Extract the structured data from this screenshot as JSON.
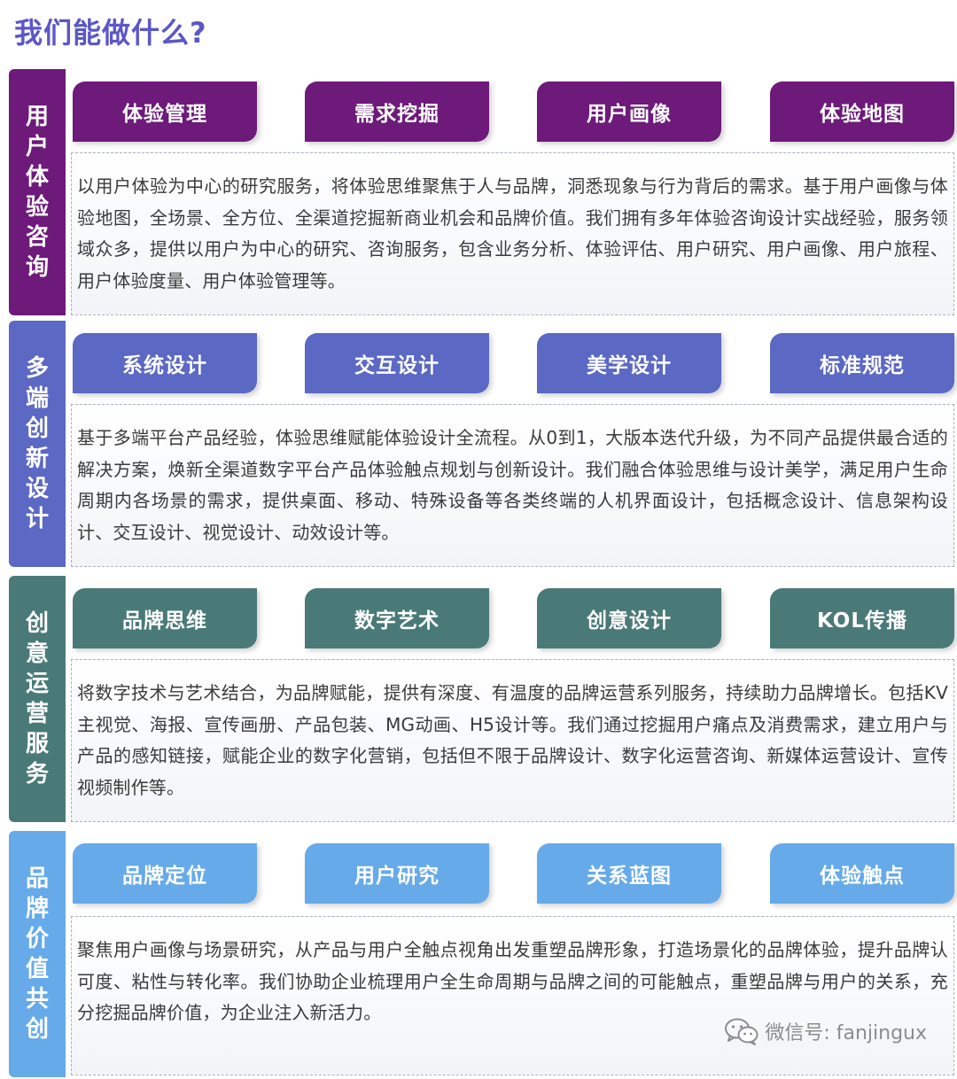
{
  "page": {
    "title": "我们能做什么?"
  },
  "sections": [
    {
      "side_label": "用户体验咨询",
      "color": "#6d1a7a",
      "tags": [
        "体验管理",
        "需求挖掘",
        "用户画像",
        "体验地图"
      ],
      "description": "以用户体验为中心的研究服务，将体验思维聚焦于人与品牌，洞悉现象与行为背后的需求。基于用户画像与体验地图，全场景、全方位、全渠道挖掘新商业机会和品牌价值。我们拥有多年体验咨询设计实战经验，服务领域众多，提供以用户为中心的研究、咨询服务，包含业务分析、体验评估、用户研究、用户画像、用户旅程、用户体验度量、用户体验管理等。"
    },
    {
      "side_label": "多端创新设计",
      "color": "#5b68c4",
      "tags": [
        "系统设计",
        "交互设计",
        "美学设计",
        "标准规范"
      ],
      "description": "基于多端平台产品经验，体验思维赋能体验设计全流程。从0到1，大版本迭代升级，为不同产品提供最合适的解决方案，焕新全渠道数字平台产品体验触点规划与创新设计。我们融合体验思维与设计美学，满足用户生命周期内各场景的需求，提供桌面、移动、特殊设备等各类终端的人机界面设计，包括概念设计、信息架构设计、交互设计、视觉设计、动效设计等。"
    },
    {
      "side_label": "创意运营服务",
      "color": "#4a7a78",
      "tags": [
        "品牌思维",
        "数字艺术",
        "创意设计",
        "KOL传播"
      ],
      "description": "将数字技术与艺术结合，为品牌赋能，提供有深度、有温度的品牌运营系列服务，持续助力品牌增长。包括KV主视觉、海报、宣传画册、产品包装、MG动画、H5设计等。我们通过挖掘用户痛点及消费需求，建立用户与产品的感知链接，赋能企业的数字化营销，包括但不限于品牌设计、数字化运营咨询、新媒体运营设计、宣传视频制作等。"
    },
    {
      "side_label": "品牌价值共创",
      "color": "#66aaea",
      "tags": [
        "品牌定位",
        "用户研究",
        "关系蓝图",
        "体验触点"
      ],
      "description": "聚焦用户画像与场景研究，从产品与用户全触点视角出发重塑品牌形象，打造场景化的品牌体验，提升品牌认可度、粘性与转化率。我们协助企业梳理用户全生命周期与品牌之间的可能触点，重塑品牌与用户的关系，充分挖掘品牌价值，为企业注入新活力。"
    }
  ],
  "watermark": {
    "text": "微信号: fanjingux",
    "icon": "wechat-icon"
  }
}
